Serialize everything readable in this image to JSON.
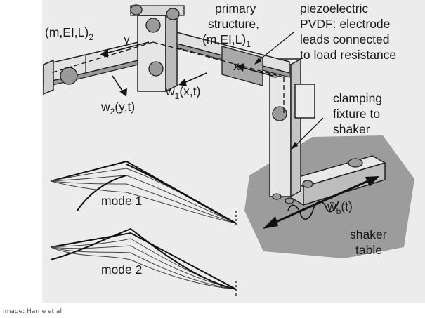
{
  "labels": {
    "beam2": "(m,EI,L)",
    "beam2_sub": "2",
    "primary_l1": "primary",
    "primary_l2": "structure,",
    "primary_l3": "(m,EI,L)",
    "primary_sub": "1",
    "piezo_l1": "piezoelectric",
    "piezo_l2": "PVDF: electrode",
    "piezo_l3": "leads connected",
    "piezo_l4": "to load resistance",
    "y": "y",
    "x": "x",
    "w1": "w",
    "w1_sub": "1",
    "w1_args": "(x,t)",
    "w2": "w",
    "w2_sub": "2",
    "w2_args": "(y,t)",
    "clamp_l1": "clamping",
    "clamp_l2": "fixture to",
    "clamp_l3": "shaker",
    "wb": "ẅ",
    "wb_sub": "b",
    "wb_args": "(t)",
    "shaker_l1": "shaker",
    "shaker_l2": "table",
    "mode1": "mode 1",
    "mode2": "mode 2"
  },
  "caption": "Image: Harne et al",
  "colors": {
    "background": "#ffffff",
    "figure_bg": "#ececec",
    "shaker_table": "#9c9c9c",
    "metal_light": "#e6e6e6",
    "metal_mid": "#cfcfcf",
    "metal_dark": "#8a8a8a",
    "piezo_patch": "#a9a9a9",
    "ink": "#1a1a1a"
  }
}
